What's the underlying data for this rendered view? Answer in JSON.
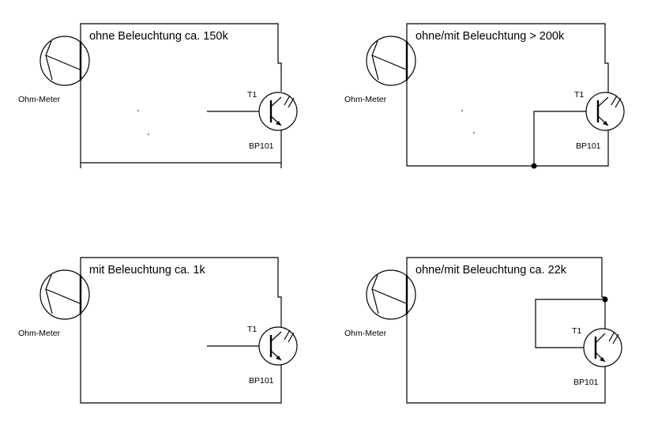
{
  "panels": [
    {
      "title": "ohne Beleuchtung ca. 150k",
      "meter_label": "Ohm-Meter",
      "transistor_label": "T1",
      "transistor_type": "BP101"
    },
    {
      "title": "ohne/mit Beleuchtung > 200k",
      "meter_label": "Ohm-Meter",
      "transistor_label": "T1",
      "transistor_type": "BP101"
    },
    {
      "title": "mit Beleuchtung ca. 1k",
      "meter_label": "Ohm-Meter",
      "transistor_label": "T1",
      "transistor_type": "BP101"
    },
    {
      "title": "ohne/mit Beleuchtung ca. 22k",
      "meter_label": "Ohm-Meter",
      "transistor_label": "T1",
      "transistor_type": "BP101"
    }
  ]
}
